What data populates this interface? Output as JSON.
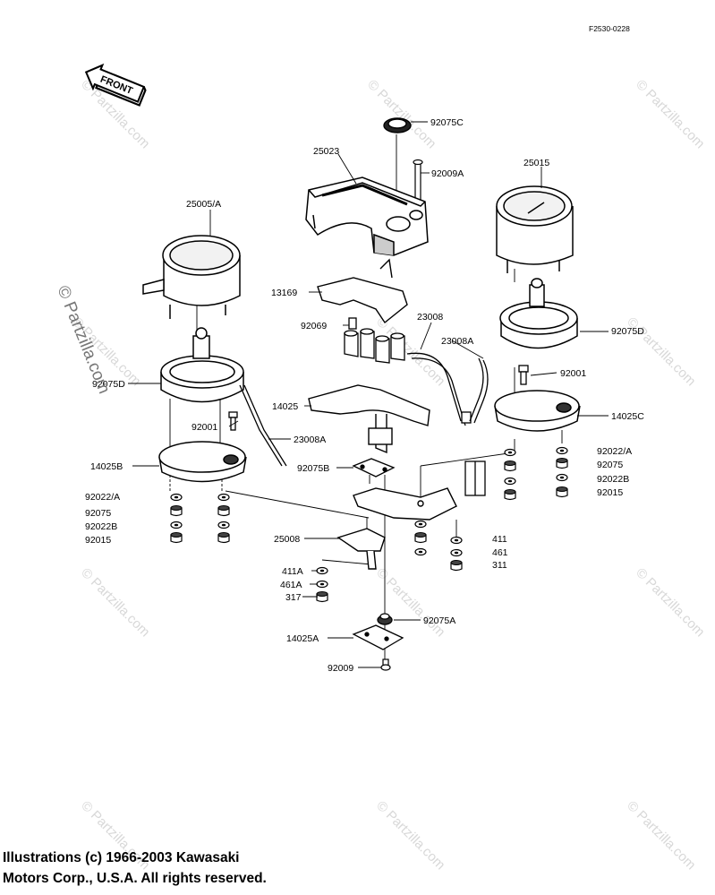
{
  "diagram": {
    "code": "F2530-0228",
    "front_label": "FRONT",
    "watermark": "© Partzilla.com",
    "parts": [
      {
        "id": "p1",
        "label": "92075C"
      },
      {
        "id": "p2",
        "label": "25023"
      },
      {
        "id": "p3",
        "label": "92009A"
      },
      {
        "id": "p4",
        "label": "25015"
      },
      {
        "id": "p5",
        "label": "25005/A"
      },
      {
        "id": "p6",
        "label": "13169"
      },
      {
        "id": "p7",
        "label": "23008"
      },
      {
        "id": "p8",
        "label": "92069"
      },
      {
        "id": "p9",
        "label": "23008A"
      },
      {
        "id": "p10",
        "label": "92075D"
      },
      {
        "id": "p11",
        "label": "92075D"
      },
      {
        "id": "p12",
        "label": "92001"
      },
      {
        "id": "p13",
        "label": "14025"
      },
      {
        "id": "p14",
        "label": "14025C"
      },
      {
        "id": "p15",
        "label": "92001"
      },
      {
        "id": "p16",
        "label": "23008A"
      },
      {
        "id": "p17",
        "label": "14025B"
      },
      {
        "id": "p18",
        "label": "92075B"
      },
      {
        "id": "p19",
        "label": "92022/A"
      },
      {
        "id": "p20",
        "label": "92075"
      },
      {
        "id": "p21",
        "label": "92022B"
      },
      {
        "id": "p22",
        "label": "92015"
      },
      {
        "id": "p23",
        "label": "92022/A"
      },
      {
        "id": "p24",
        "label": "92075"
      },
      {
        "id": "p25",
        "label": "92022B"
      },
      {
        "id": "p26",
        "label": "92015"
      },
      {
        "id": "p27",
        "label": "25008"
      },
      {
        "id": "p28",
        "label": "411"
      },
      {
        "id": "p29",
        "label": "461"
      },
      {
        "id": "p30",
        "label": "311"
      },
      {
        "id": "p31",
        "label": "411A"
      },
      {
        "id": "p32",
        "label": "461A"
      },
      {
        "id": "p33",
        "label": "317"
      },
      {
        "id": "p34",
        "label": "92075A"
      },
      {
        "id": "p35",
        "label": "14025A"
      },
      {
        "id": "p36",
        "label": "92009"
      }
    ]
  },
  "copyright": {
    "line1": "Illustrations (c) 1966-2003 Kawasaki",
    "line2": "Motors Corp., U.S.A.  All rights reserved."
  }
}
